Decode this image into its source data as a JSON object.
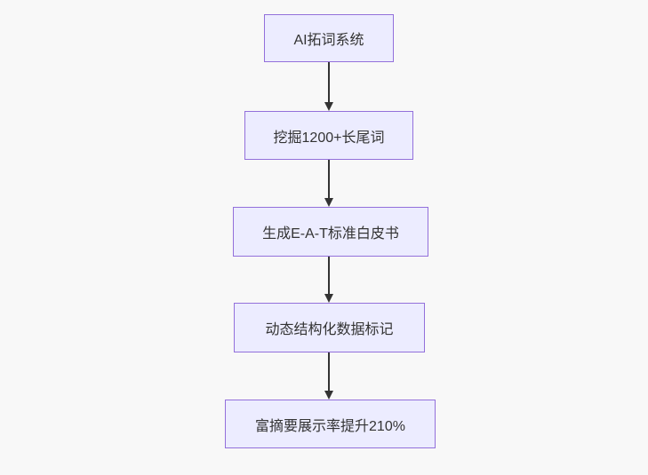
{
  "diagram": {
    "type": "flowchart-top-down",
    "nodes": [
      {
        "label": "AI拓词系统"
      },
      {
        "label": "挖掘1200+长尾词"
      },
      {
        "label": "生成E-A-T标准白皮书"
      },
      {
        "label": "动态结构化数据标记"
      },
      {
        "label": "富摘要展示率提升210%"
      }
    ],
    "edges": [
      {
        "from": 0,
        "to": 1
      },
      {
        "from": 1,
        "to": 2
      },
      {
        "from": 2,
        "to": 3
      },
      {
        "from": 3,
        "to": 4
      }
    ],
    "colors": {
      "background": "#f8f8f8",
      "node_fill": "#ECECFF",
      "node_border": "#9370DB",
      "arrow": "#333333",
      "text": "#333333"
    }
  }
}
